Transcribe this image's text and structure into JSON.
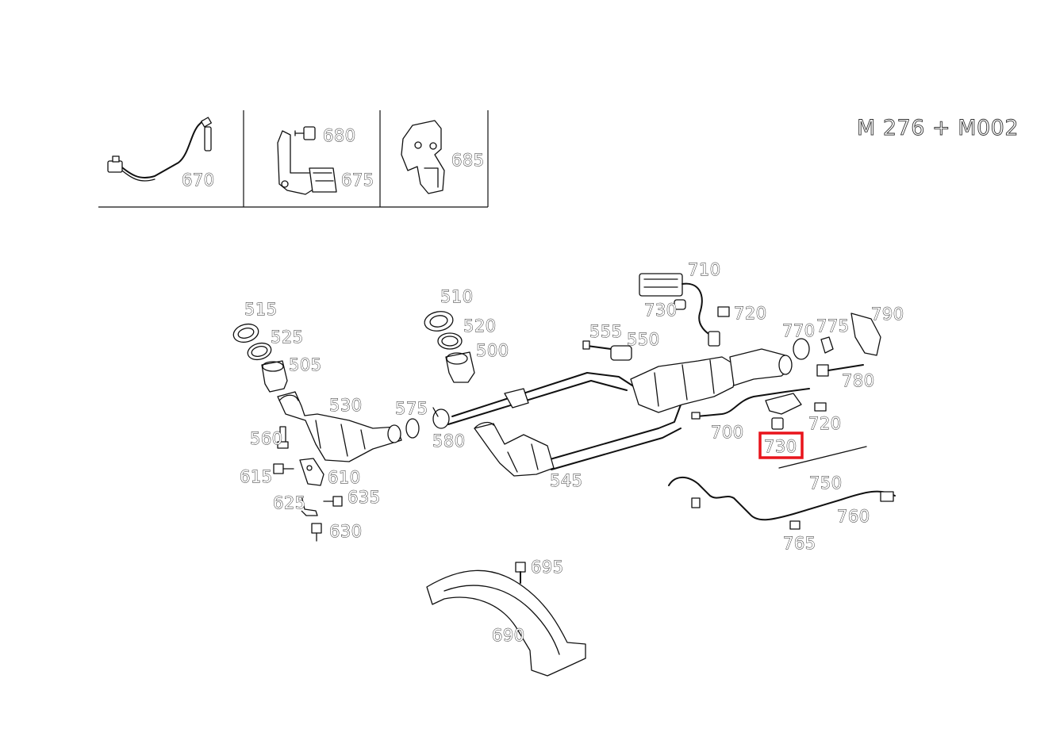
{
  "model_code": "M 276 + M002",
  "highlight": {
    "part": "730",
    "color": "#e8141b"
  },
  "inset_labels": [
    "670",
    "680",
    "675",
    "685"
  ],
  "main_labels": [
    "510",
    "520",
    "500",
    "515",
    "525",
    "505",
    "530",
    "560",
    "615",
    "610",
    "625",
    "635",
    "630",
    "575",
    "580",
    "545",
    "555",
    "550",
    "710",
    "730",
    "720",
    "770",
    "775",
    "790",
    "780",
    "700",
    "720",
    "730",
    "750",
    "760",
    "765",
    "695",
    "690"
  ]
}
